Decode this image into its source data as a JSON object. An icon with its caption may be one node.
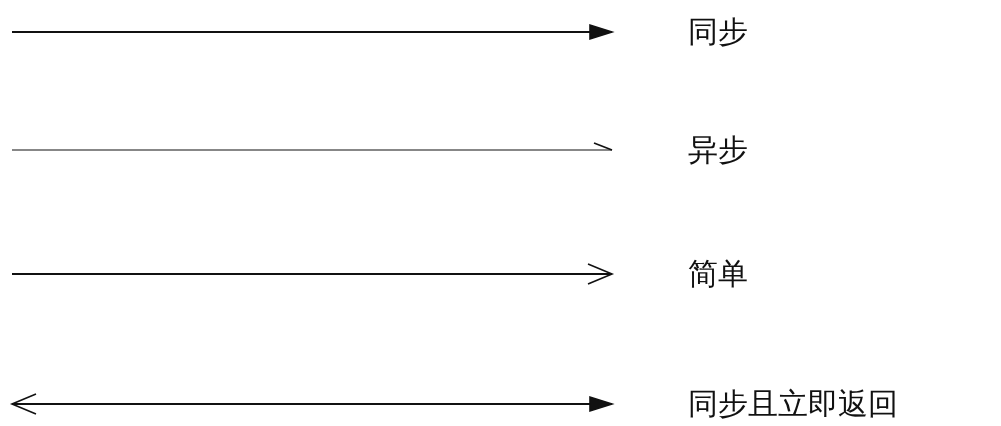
{
  "diagram": {
    "legend": [
      {
        "text": "同步"
      },
      {
        "text": "异步"
      },
      {
        "text": "简单"
      },
      {
        "text": "同步且立即返回"
      }
    ]
  }
}
